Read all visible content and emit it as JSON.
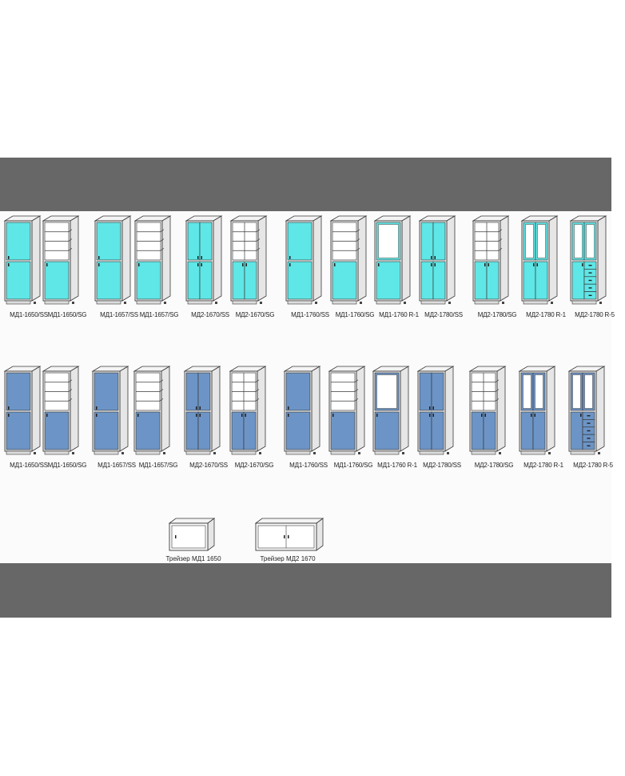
{
  "colors": {
    "band": "#676767",
    "row1_fill": "#5fe6e6",
    "row2_fill": "#6c94c6",
    "outline": "#3a3a3a"
  },
  "row1": {
    "items": [
      {
        "label": "МД1-1650/SS",
        "type": "SS1"
      },
      {
        "label": "МД1-1650/SG",
        "type": "SG1"
      },
      {
        "label": "МД1-1657/SS",
        "type": "SS1"
      },
      {
        "label": "МД1-1657/SG",
        "type": "SG1"
      },
      {
        "label": "МД2-1670/SS",
        "type": "SS2"
      },
      {
        "label": "МД2-1670/SG",
        "type": "SG2"
      },
      {
        "label": "МД1-1760/SS",
        "type": "SS1"
      },
      {
        "label": "МД1-1760/SG",
        "type": "SG1"
      },
      {
        "label": "МД1-1760 R-1",
        "type": "R1"
      },
      {
        "label": "МД2-1780/SS",
        "type": "SS2"
      },
      {
        "label": "МД2-1780/SG",
        "type": "SG2"
      },
      {
        "label": "МД2-1780 R-1",
        "type": "R2"
      },
      {
        "label": "МД2-1780 R-5",
        "type": "R5"
      }
    ]
  },
  "row2": {
    "items": [
      {
        "label": "МД1-1650/SS",
        "type": "SS1"
      },
      {
        "label": "МД1-1650/SG",
        "type": "SG1"
      },
      {
        "label": "МД1-1657/SS",
        "type": "SS1"
      },
      {
        "label": "МД1-1657/SG",
        "type": "SG1"
      },
      {
        "label": "МД2-1670/SS",
        "type": "SS2"
      },
      {
        "label": "МД2-1670/SG",
        "type": "SG2"
      },
      {
        "label": "МД1-1760/SS",
        "type": "SS1"
      },
      {
        "label": "МД1-1760/SG",
        "type": "SG1"
      },
      {
        "label": "МД1-1760 R-1",
        "type": "R1"
      },
      {
        "label": "МД2-1780/SS",
        "type": "SS2"
      },
      {
        "label": "МД2-1780/SG",
        "type": "SG2"
      },
      {
        "label": "МД2-1780 R-1",
        "type": "R2"
      },
      {
        "label": "МД2-1780 R-5",
        "type": "R5"
      }
    ]
  },
  "treyzer": [
    {
      "label": "Трейзер МД1 1650",
      "type": "T1"
    },
    {
      "label": "Трейзер МД2 1670",
      "type": "T2"
    }
  ]
}
